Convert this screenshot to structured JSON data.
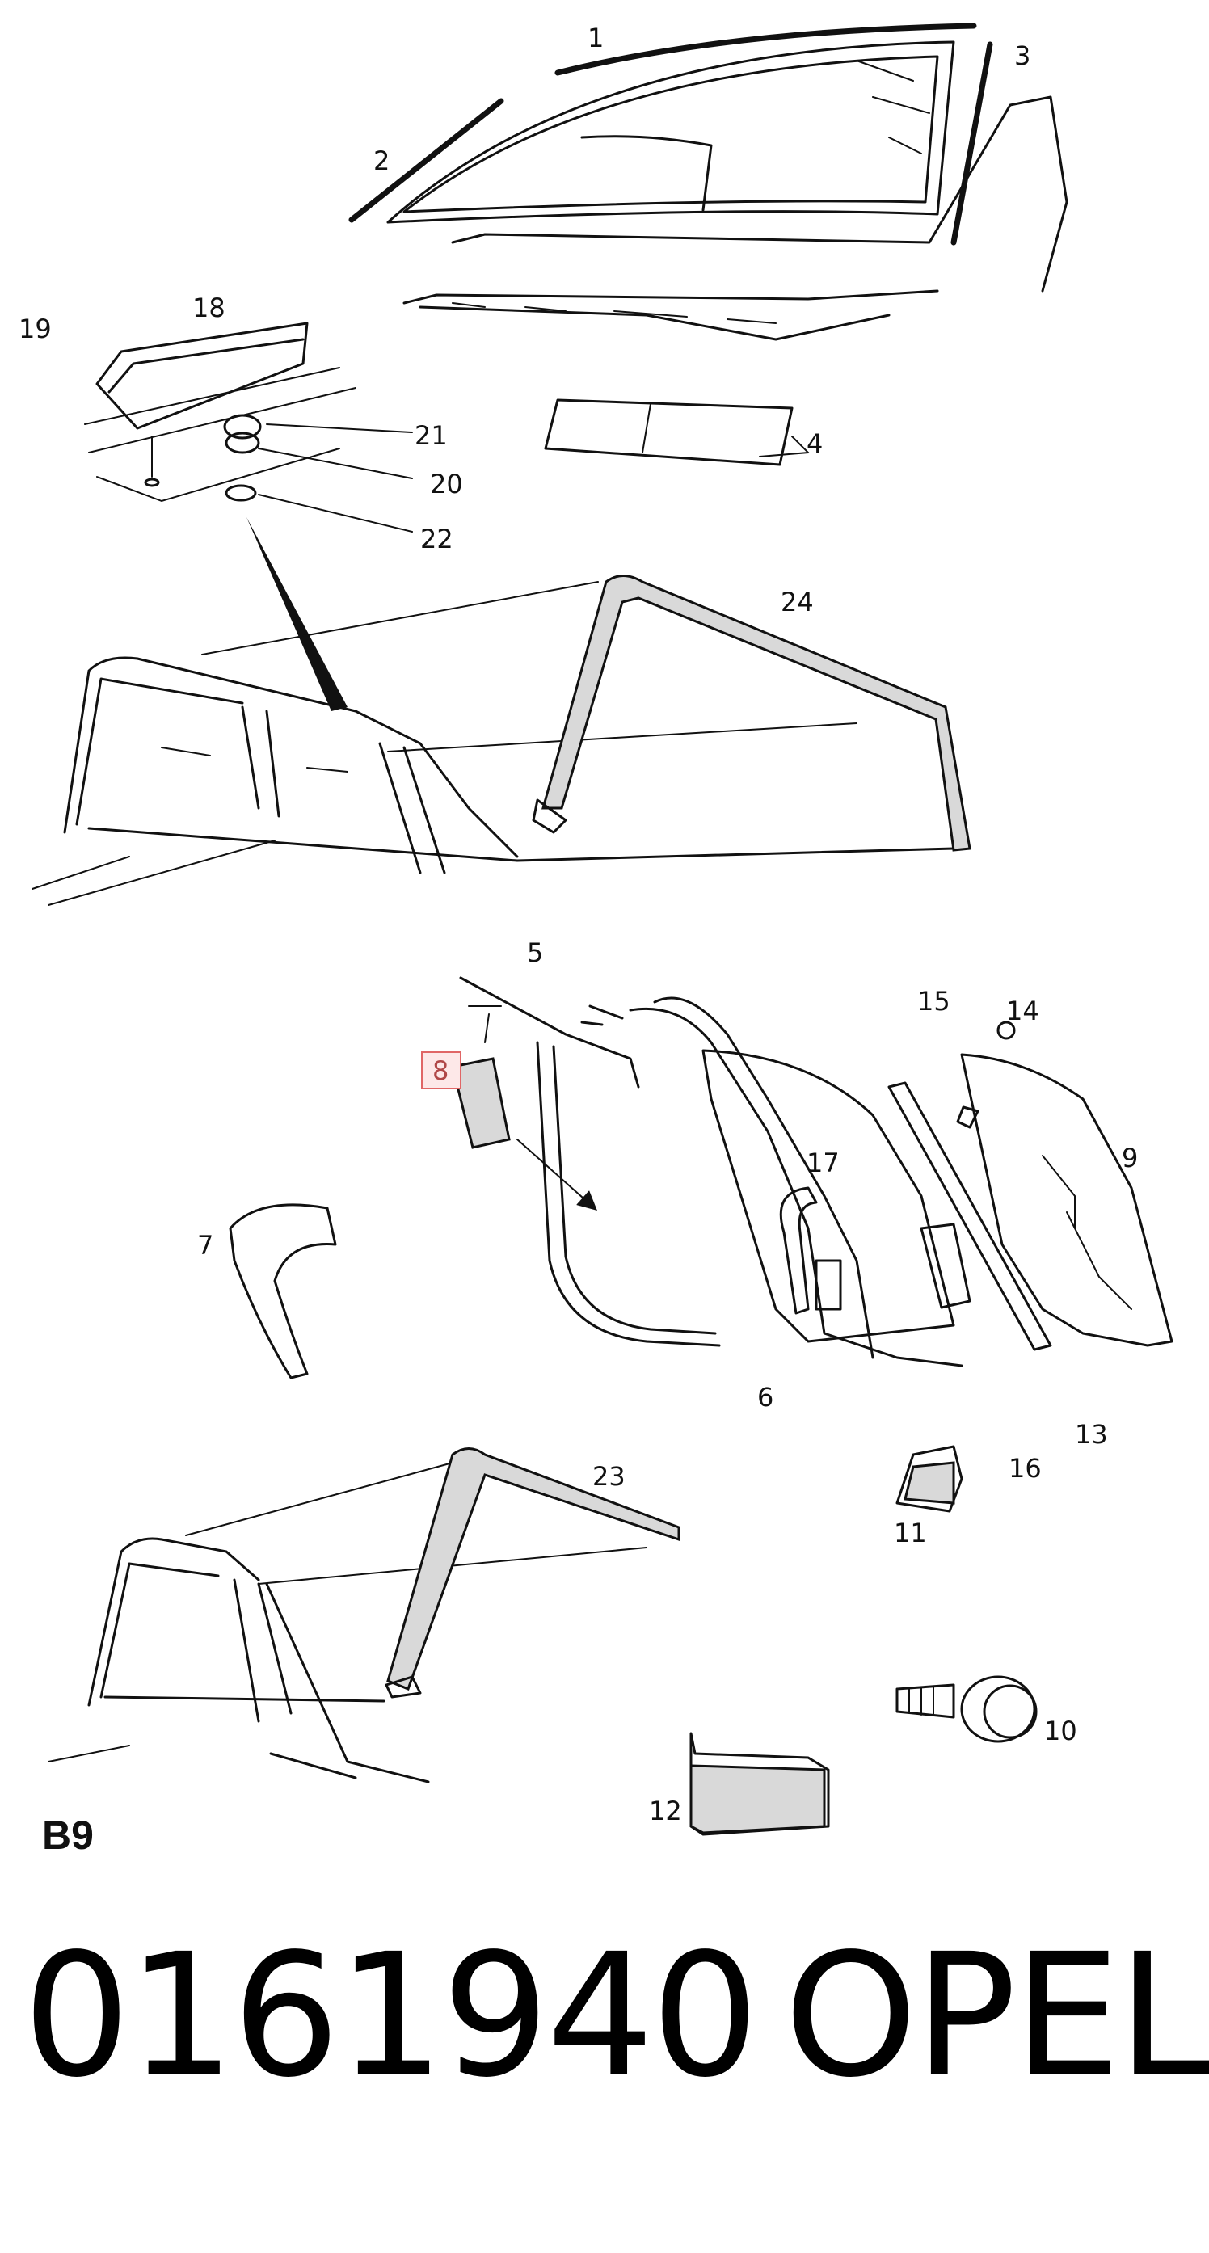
{
  "callouts": {
    "c1": "1",
    "c2": "2",
    "c3": "3",
    "c4": "4",
    "c5": "5",
    "c6": "6",
    "c7": "7",
    "c8": "8",
    "c9": "9",
    "c10": "10",
    "c11": "11",
    "c12": "12",
    "c13": "13",
    "c14": "14",
    "c15": "15",
    "c16": "16",
    "c17": "17",
    "c18": "18",
    "c19": "19",
    "c20": "20",
    "c21": "21",
    "c22": "22",
    "c23": "23",
    "c24": "24"
  },
  "section_code": "B9",
  "part_number": "0161940",
  "brand": "OPEL",
  "highlight_color": "#e06666"
}
